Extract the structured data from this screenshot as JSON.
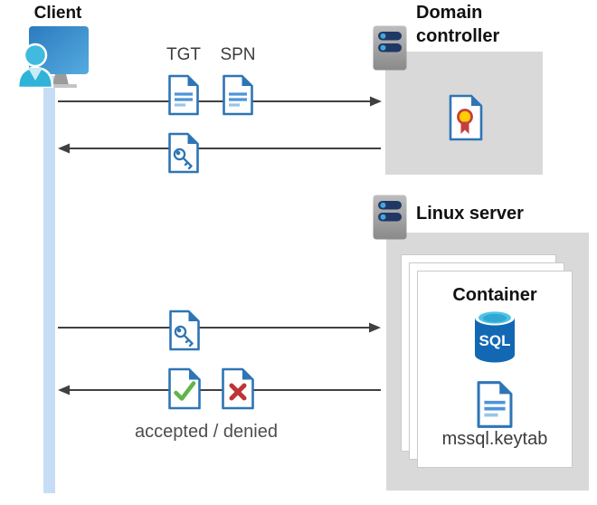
{
  "diagram": {
    "client": {
      "label": "Client"
    },
    "domain_controller": {
      "label": "Domain controller"
    },
    "linux_server": {
      "label": "Linux server"
    },
    "container": {
      "title": "Container",
      "sql_badge": "SQL",
      "keytab": "mssql.keytab"
    },
    "messages": {
      "tgt": "TGT",
      "spn": "SPN",
      "result": "accepted / denied"
    }
  },
  "colors": {
    "doc_blue": "#2E75B6",
    "doc_line": "#4E94D8",
    "doc_line_light": "#9AC4E8",
    "arrow": "#404040",
    "lifeline": "#C7DDF5",
    "box_gray": "#D9D9D9",
    "check_green": "#5FB648",
    "deny_red": "#BE3434",
    "cert_yellow": "#FFCE00",
    "cert_red": "#C5403C",
    "sql_blue": "#1268B3",
    "sql_cyan": "#4EC3E8",
    "server_bar": "#1F3864",
    "server_dot": "#41A8E0"
  }
}
